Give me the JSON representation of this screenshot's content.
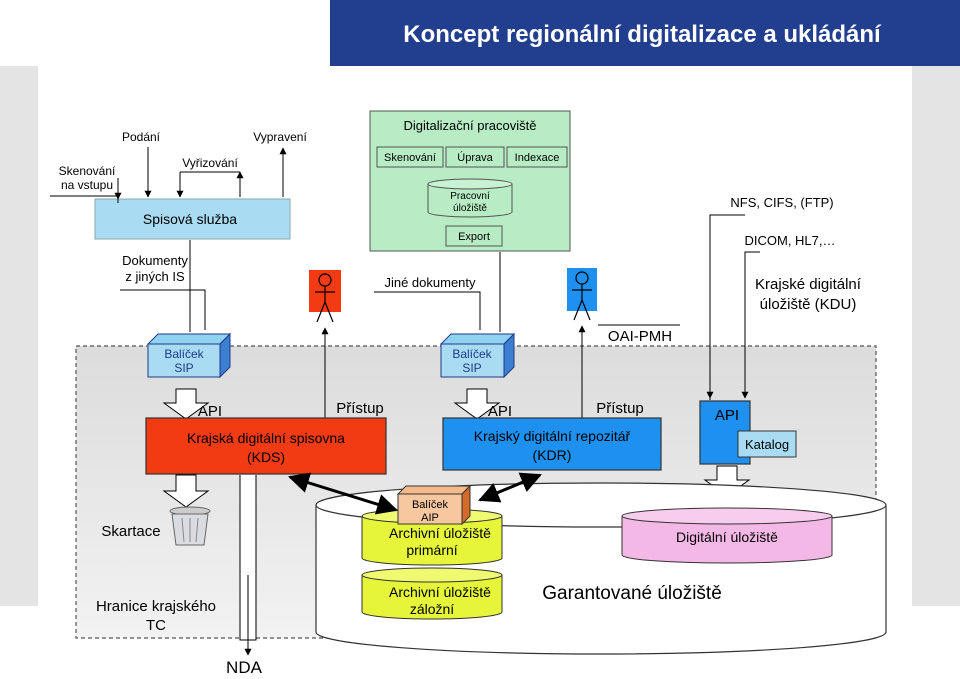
{
  "title": "Koncept regionální digitalizace a ukládání",
  "colors": {
    "header_bg": "#1f3b8a",
    "header_text": "#ffffff",
    "light_green": "#b8ecc4",
    "light_blue": "#a9dbf2",
    "red_box": "#f23a13",
    "blue_box": "#1e90ef",
    "yellow_green": "#e6f53a",
    "pink": "#f4b8e6",
    "gray_region": "#e0e0e0"
  },
  "labels": {
    "podani": "Podání",
    "vypraveni": "Vypravení",
    "skenovani_na_vstupu": [
      "Skenování",
      "na vstupu"
    ],
    "vyrizovani": "Vyřizování",
    "spisova_sluzba": "Spisová služba",
    "dokumenty_jinych_is": [
      "Dokumenty",
      "z jiných IS"
    ],
    "balicek_sip": [
      "Balíček",
      "SIP"
    ],
    "jine_dokumenty": "Jiné dokumenty",
    "oai_pmh": "OAI-PMH",
    "nfs": "NFS, CIFS, (FTP)",
    "dicom": "DICOM, HL7,…",
    "kdu": [
      "Krajské digitální",
      "úložiště (KDU)"
    ],
    "api": "API",
    "pristup": "Přístup",
    "kds": [
      "Krajská digitální spisovna",
      "(KDS)"
    ],
    "kdr": [
      "Krajský digitální repozitář",
      "(KDR)"
    ],
    "katalog": "Katalog",
    "skartace": "Skartace",
    "balicek_aip": [
      "Balíček",
      "AIP"
    ],
    "archivni_primarni": [
      "Archivní úložiště",
      "primární"
    ],
    "archivni_zalozni": [
      "Archivní úložiště",
      "záložní"
    ],
    "digitalni_uloziste": "Digitální úložiště",
    "garantovane_uloziste": "Garantované úložiště",
    "hranice": [
      "Hranice krajského",
      "TC"
    ],
    "nda": "NDA"
  },
  "workstation": {
    "title": "Digitalizační pracoviště",
    "steps": [
      "Skenování",
      "Úprava",
      "Indexace"
    ],
    "pracovni": [
      "Pracovní",
      "úložiště"
    ],
    "export": "Export"
  }
}
